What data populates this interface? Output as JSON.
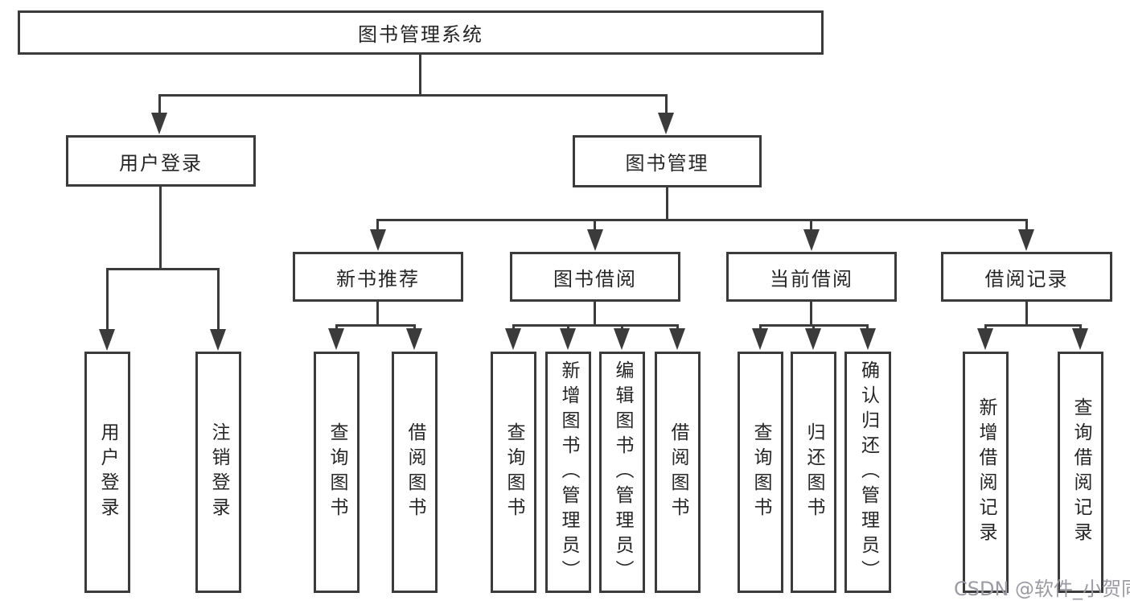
{
  "tree": {
    "root": "图书管理系统",
    "level2": [
      {
        "label": "用户登录",
        "children": [
          "用户登录",
          "注销登录"
        ]
      },
      {
        "label": "图书管理",
        "sections": [
          {
            "label": "新书推荐",
            "children": [
              "查询图书",
              "借阅图书"
            ]
          },
          {
            "label": "图书借阅",
            "children": [
              "查询图书",
              "新增图书（管理员）",
              "编辑图书（管理员）",
              "借阅图书"
            ]
          },
          {
            "label": "当前借阅",
            "children": [
              "查询图书",
              "归还图书",
              "确认归还（管理员）"
            ]
          },
          {
            "label": "借阅记录",
            "children": [
              "新增借阅记录",
              "查询借阅记录"
            ]
          }
        ]
      }
    ]
  },
  "watermark": "CSDN @软件_小贺同学",
  "colors": {
    "line": "#3b3b3b",
    "text": "#262626",
    "watermark": "#9b9ba3",
    "background": "#ffffff"
  }
}
